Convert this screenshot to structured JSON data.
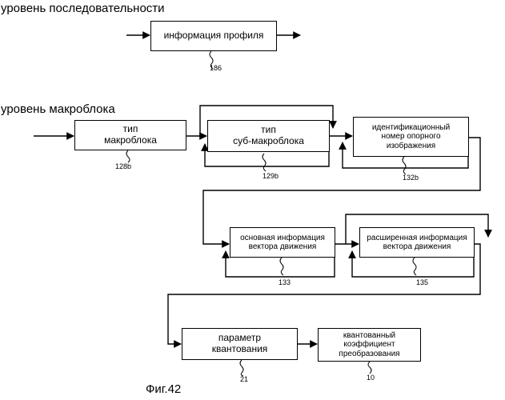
{
  "levels": {
    "sequence": "уровень последовательности",
    "macroblock": "уровень макроблока"
  },
  "boxes": {
    "profile_info": {
      "line1": "информация профиля",
      "ref": "186"
    },
    "mb_type": {
      "line1": "тип",
      "line2": "макроблока",
      "ref": "128b"
    },
    "sub_mb_type": {
      "line1": "тип",
      "line2": "суб-макроблока",
      "ref": "129b"
    },
    "ref_picture_id": {
      "line1": "идентификационный",
      "line2": "номер опорного",
      "line3": "изображения",
      "ref": "132b"
    },
    "basic_mv_info": {
      "line1": "основная информация",
      "line2": "вектора движения",
      "ref": "133"
    },
    "ext_mv_info": {
      "line1": "расширенная информация",
      "line2": "вектора движения",
      "ref": "135"
    },
    "quant_param": {
      "line1": "параметр",
      "line2": "квантования",
      "ref": "21"
    },
    "quant_coeff": {
      "line1": "квантованный",
      "line2": "коэффициент",
      "line3": "преобразования",
      "ref": "10"
    }
  },
  "figure_label": "Фиг.42"
}
